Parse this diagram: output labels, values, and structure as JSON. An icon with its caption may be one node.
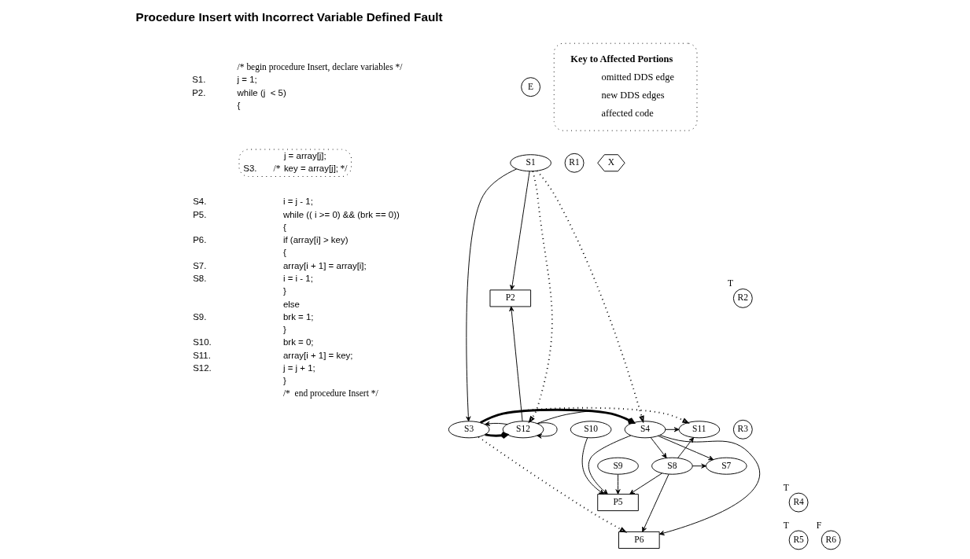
{
  "diagram": {
    "title": "Procedure Insert with Incorrect Variable Defined Fault",
    "nodes": [
      {
        "text": [
          "E"
        ]
      },
      {
        "text": [
          "R1"
        ]
      },
      {
        "text": [
          "X"
        ]
      },
      {
        "text": [
          "S1"
        ]
      },
      {
        "text": [
          "P2"
        ]
      },
      {
        "text": [
          "R2"
        ],
        "beside": [
          "T"
        ]
      },
      {
        "text": [
          "S3"
        ]
      },
      {
        "text": [
          "S4"
        ]
      },
      {
        "text": [
          "R3"
        ]
      },
      {
        "text": [
          "S10"
        ]
      },
      {
        "text": [
          "S11"
        ]
      },
      {
        "text": [
          "S12"
        ]
      },
      {
        "text": [
          "P5"
        ]
      },
      {
        "text": [
          "R4"
        ],
        "beside": [
          "T"
        ]
      },
      {
        "text": [
          "P6"
        ]
      },
      {
        "text": [
          "R5"
        ],
        "beside": [
          "T"
        ]
      },
      {
        "text": [
          "R6"
        ],
        "beside": [
          "F"
        ]
      },
      {
        "text": [
          "S7"
        ]
      },
      {
        "text": [
          "S8"
        ]
      },
      {
        "text": [
          "S9"
        ]
      },
      {
        "text": [
          "j = array[j];",
          "S3.",
          "/*",
          "key = array[j];",
          "*/"
        ]
      }
    ],
    "edges": [
      {
        "from": 3,
        "to": 6,
        "arrow": "to"
      },
      {
        "from": 3,
        "to": 7,
        "arrow": "to",
        "style": "dashed"
      },
      {
        "from": 3,
        "to": 11,
        "arrow": "to",
        "style": "dashed"
      },
      {
        "from": 3,
        "to": 4,
        "arrow": "to"
      },
      {
        "from": 11,
        "to": 4,
        "arrow": "to"
      },
      {
        "from": 11,
        "to": 11,
        "arrow": "to"
      },
      {
        "from": 6,
        "to": 7,
        "arrow": "to",
        "style": "thick"
      },
      {
        "from": 6,
        "to": 14,
        "arrow": "to",
        "style": "dashed"
      },
      {
        "from": 6,
        "to": 11,
        "arrow": "to",
        "style": "thick"
      },
      {
        "from": 6,
        "to": 10,
        "arrow": "to",
        "style": "dashed"
      },
      {
        "from": 11,
        "to": 6,
        "arrow": "to"
      },
      {
        "from": 11,
        "to": 7,
        "arrow": "to"
      },
      {
        "from": 7,
        "to": 12,
        "arrow": "to"
      },
      {
        "from": 9,
        "to": 12,
        "arrow": "to"
      },
      {
        "from": 7,
        "to": 10,
        "arrow": "to"
      },
      {
        "from": 7,
        "to": 14,
        "arrow": "to"
      },
      {
        "from": 7,
        "to": 17,
        "arrow": "to"
      },
      {
        "from": 7,
        "to": 18,
        "arrow": "to"
      },
      {
        "from": 18,
        "to": 17,
        "arrow": "to"
      },
      {
        "from": 18,
        "to": 14,
        "arrow": "to"
      },
      {
        "from": 18,
        "to": 10,
        "arrow": "to"
      },
      {
        "from": 18,
        "to": 12,
        "arrow": "to"
      },
      {
        "from": 19,
        "to": 12,
        "arrow": "to"
      }
    ],
    "labels": [
      "/* begin procedure Insert, declare variables */",
      "S1.",
      "j = 1;",
      "P2.",
      "while (j  < 5)",
      "{",
      "S4.",
      "i = j - 1;",
      "P5.",
      "while (( i >= 0) && (brk == 0))",
      "{",
      "P6.",
      "if (array[i] > key)",
      "{",
      "S7.",
      "array[i + 1] = array[i];",
      "S8.",
      "i = i - 1;",
      "}",
      "else",
      "S9.",
      "brk = 1;",
      "}",
      "S10.",
      "brk = 0;",
      "S11.",
      "array[i + 1] = key;",
      "S12.",
      "j = j + 1;",
      "}",
      "/*  end procedure Insert */",
      "Key to Affected Portions"
    ],
    "legend": [
      {
        "text": "omitted DDS edge"
      },
      {
        "text": "new DDS edges"
      },
      {
        "text": "affected code"
      }
    ]
  }
}
